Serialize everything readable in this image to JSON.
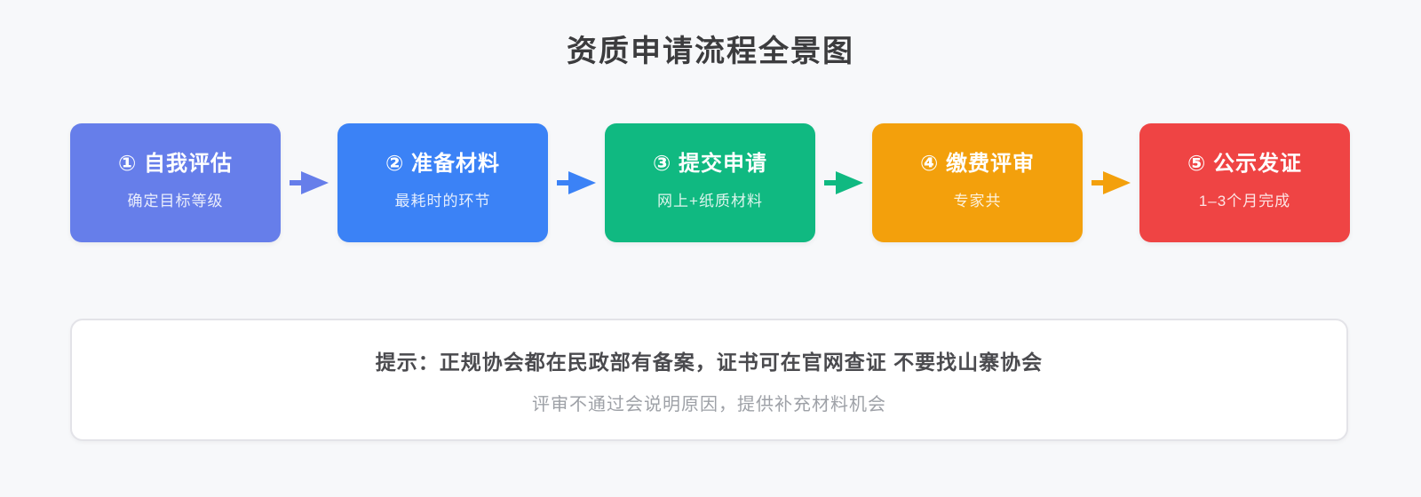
{
  "title": "资质申请流程全景图",
  "steps": [
    {
      "title": "① 自我评估",
      "subtitle": "确定目标等级",
      "color": "#667EEA"
    },
    {
      "title": "② 准备材料",
      "subtitle": "最耗时的环节",
      "color": "#3B82F6"
    },
    {
      "title": "③ 提交申请",
      "subtitle": "网上+纸质材料",
      "color": "#10B981"
    },
    {
      "title": "④ 缴费评审",
      "subtitle": "专家共",
      "color": "#F3A00C"
    },
    {
      "title": "⑤ 公示发证",
      "subtitle": "1–3个月完成",
      "color": "#EF4444"
    }
  ],
  "notice": {
    "main": "提示：正规协会都在民政部有备案，证书可在官网查证 不要找山寨协会",
    "sub": "评审不通过会说明原因，提供补充材料机会"
  },
  "colors": {
    "page_background": "#F7F8FA",
    "title_text": "#3C3C3E",
    "notice_background": "#FFFFFF",
    "notice_border": "#E3E3E8",
    "notice_main_text": "#4A4A4E",
    "notice_sub_text": "#9EA1A7"
  }
}
